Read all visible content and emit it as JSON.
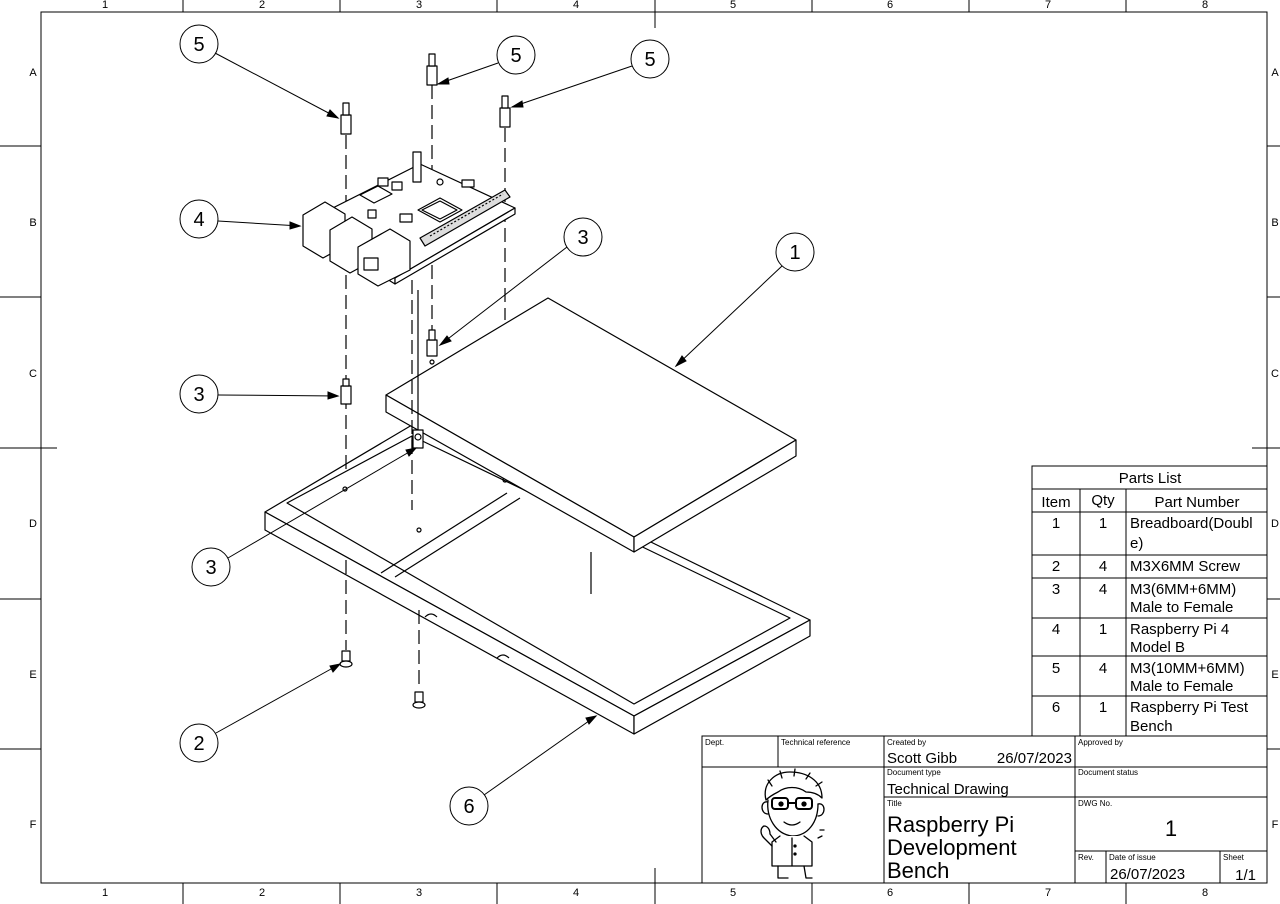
{
  "border": {
    "columns": [
      "1",
      "2",
      "3",
      "4",
      "5",
      "6",
      "7",
      "8"
    ],
    "rows": [
      "A",
      "B",
      "C",
      "D",
      "E",
      "F"
    ]
  },
  "balloons": [
    "5",
    "5",
    "5",
    "4",
    "3",
    "1",
    "3",
    "3",
    "2",
    "6"
  ],
  "parts_list": {
    "title": "Parts List",
    "headers": [
      "Item",
      "Qty",
      "Part Number"
    ],
    "rows": [
      {
        "item": "1",
        "qty": "1",
        "part": [
          "Breadboard(Doubl",
          "e)"
        ]
      },
      {
        "item": "2",
        "qty": "4",
        "part": [
          "M3X6MM Screw"
        ]
      },
      {
        "item": "3",
        "qty": "4",
        "part": [
          "M3(6MM+6MM)",
          "Male to Female"
        ]
      },
      {
        "item": "4",
        "qty": "1",
        "part": [
          "Raspberry Pi 4",
          "Model B"
        ]
      },
      {
        "item": "5",
        "qty": "4",
        "part": [
          "M3(10MM+6MM)",
          "Male to Female"
        ]
      },
      {
        "item": "6",
        "qty": "1",
        "part": [
          "Raspberry Pi Test",
          "Bench"
        ]
      }
    ]
  },
  "title_block": {
    "dept_label": "Dept.",
    "tech_ref_label": "Technical reference",
    "created_by_label": "Created by",
    "created_by": "Scott Gibb",
    "created_date": "26/07/2023",
    "approved_by_label": "Approved by",
    "doc_type_label": "Document type",
    "doc_type": "Technical Drawing",
    "doc_status_label": "Document status",
    "title_label": "Title",
    "title_lines": [
      "Raspberry Pi",
      "Development",
      "Bench"
    ],
    "dwg_no_label": "DWG No.",
    "dwg_no": "1",
    "rev_label": "Rev.",
    "date_of_issue_label": "Date of issue",
    "date_of_issue": "26/07/2023",
    "sheet_label": "Sheet",
    "sheet": "1/1"
  }
}
